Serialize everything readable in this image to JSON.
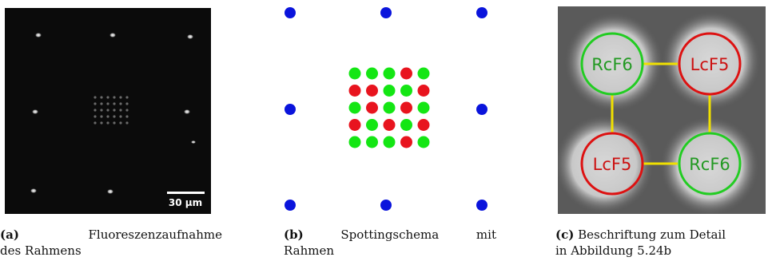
{
  "panel_a": {
    "scale_bar_label": "30 µm",
    "caption": {
      "tag": "(a)",
      "line1_word": "Fluoreszenzaufnahme",
      "line2": "des Rahmens"
    }
  },
  "panel_b": {
    "frame_dot_color": "#0a14dc",
    "red": "#e8141e",
    "green": "#14e614",
    "grid": [
      [
        "green",
        "green",
        "green",
        "red",
        "green"
      ],
      [
        "red",
        "red",
        "green",
        "green",
        "red"
      ],
      [
        "green",
        "red",
        "green",
        "red",
        "green"
      ],
      [
        "red",
        "green",
        "red",
        "green",
        "red"
      ],
      [
        "green",
        "green",
        "green",
        "red",
        "green"
      ]
    ],
    "caption": {
      "tag": "(b)",
      "word1": "Spottingschema",
      "word2": "mit",
      "line2": "Rahmen"
    }
  },
  "panel_c": {
    "labels": {
      "top_left": "RcF6",
      "top_right": "LcF5",
      "bottom_left": "LcF5",
      "bottom_right": "RcF6"
    },
    "colors": {
      "green_ring": "#22cc22",
      "red_ring": "#dd1111",
      "green_text": "#229922",
      "red_text": "#cc1111",
      "connector": "#f0e000"
    },
    "caption": {
      "tag": "(c)",
      "line1_rest": "Beschriftung zum Detail",
      "line2": "in Abbildung 5.24b"
    }
  }
}
